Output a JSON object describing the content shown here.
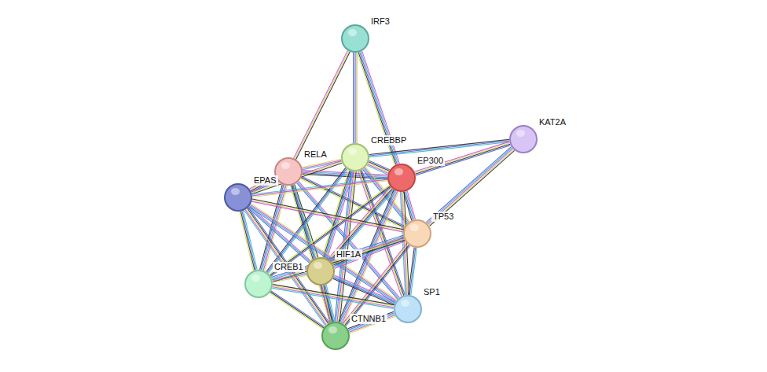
{
  "diagram": {
    "nodes": [
      {
        "text": [
          "IRF3"
        ]
      },
      {
        "text": [
          "KAT2A"
        ]
      },
      {
        "text": [
          "CREBBP"
        ]
      },
      {
        "text": [
          "RELA"
        ]
      },
      {
        "text": [
          "EP300"
        ]
      },
      {
        "text": [
          "EPAS"
        ]
      },
      {
        "text": [
          "TP53"
        ]
      },
      {
        "text": [
          "HIF1A"
        ]
      },
      {
        "text": [
          "CREB1"
        ]
      },
      {
        "text": [
          "SP1"
        ]
      },
      {
        "text": [
          "CTNNB1"
        ]
      }
    ],
    "edges": [
      {
        "from": 0,
        "to": 3,
        "arrow": "none"
      },
      {
        "from": 0,
        "to": 2,
        "arrow": "none"
      },
      {
        "from": 0,
        "to": 4,
        "arrow": "none"
      },
      {
        "from": 1,
        "to": 2,
        "arrow": "none"
      },
      {
        "from": 1,
        "to": 4,
        "arrow": "none"
      },
      {
        "from": 1,
        "to": 6,
        "arrow": "none"
      },
      {
        "from": 3,
        "to": 2,
        "arrow": "none"
      },
      {
        "from": 3,
        "to": 4,
        "arrow": "none"
      },
      {
        "from": 3,
        "to": 5,
        "arrow": "none"
      },
      {
        "from": 3,
        "to": 6,
        "arrow": "none"
      },
      {
        "from": 3,
        "to": 7,
        "arrow": "none"
      },
      {
        "from": 3,
        "to": 8,
        "arrow": "none"
      },
      {
        "from": 3,
        "to": 9,
        "arrow": "none"
      },
      {
        "from": 3,
        "to": 10,
        "arrow": "none"
      },
      {
        "from": 2,
        "to": 4,
        "arrow": "none"
      },
      {
        "from": 2,
        "to": 5,
        "arrow": "none"
      },
      {
        "from": 2,
        "to": 6,
        "arrow": "none"
      },
      {
        "from": 2,
        "to": 7,
        "arrow": "none"
      },
      {
        "from": 2,
        "to": 8,
        "arrow": "none"
      },
      {
        "from": 2,
        "to": 9,
        "arrow": "none"
      },
      {
        "from": 2,
        "to": 10,
        "arrow": "none"
      },
      {
        "from": 4,
        "to": 5,
        "arrow": "none"
      },
      {
        "from": 4,
        "to": 6,
        "arrow": "none"
      },
      {
        "from": 4,
        "to": 7,
        "arrow": "none"
      },
      {
        "from": 4,
        "to": 8,
        "arrow": "none"
      },
      {
        "from": 4,
        "to": 9,
        "arrow": "none"
      },
      {
        "from": 4,
        "to": 10,
        "arrow": "none"
      },
      {
        "from": 5,
        "to": 7,
        "arrow": "none"
      },
      {
        "from": 5,
        "to": 8,
        "arrow": "none"
      },
      {
        "from": 5,
        "to": 10,
        "arrow": "none"
      },
      {
        "from": 5,
        "to": 6,
        "arrow": "none"
      },
      {
        "from": 5,
        "to": 9,
        "arrow": "none"
      },
      {
        "from": 6,
        "to": 7,
        "arrow": "none"
      },
      {
        "from": 6,
        "to": 9,
        "arrow": "none"
      },
      {
        "from": 6,
        "to": 10,
        "arrow": "none"
      },
      {
        "from": 6,
        "to": 8,
        "arrow": "none"
      },
      {
        "from": 7,
        "to": 8,
        "arrow": "none"
      },
      {
        "from": 7,
        "to": 9,
        "arrow": "none"
      },
      {
        "from": 7,
        "to": 10,
        "arrow": "none"
      },
      {
        "from": 8,
        "to": 10,
        "arrow": "none"
      },
      {
        "from": 8,
        "to": 9,
        "arrow": "none"
      },
      {
        "from": 9,
        "to": 10,
        "arrow": "none"
      }
    ]
  }
}
